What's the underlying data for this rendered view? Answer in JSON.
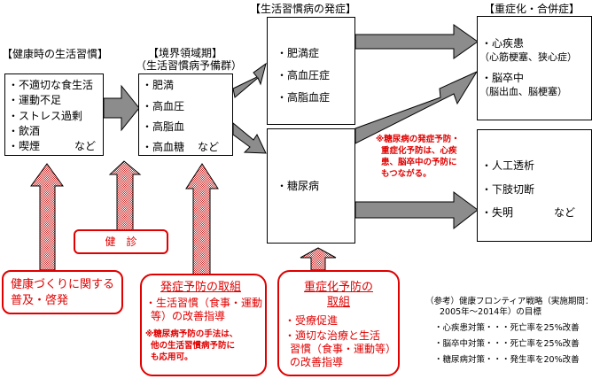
{
  "headers": {
    "healthy_habits": "【健康時の生活習慣】",
    "borderline": "【境界領域期】",
    "borderline_sub": "（生活習慣病予備群）",
    "onset": "【生活習慣病の発症】",
    "complications": "【重症化・合併症】"
  },
  "healthy_habits_box": {
    "items": [
      "・不適切な食生活",
      "・運動不足",
      "・ストレス過剰",
      "・飲酒",
      "・喫煙"
    ],
    "suffix": "など"
  },
  "borderline_box": {
    "items": [
      "・肥満",
      "・高血圧",
      "・高脂血",
      "・高血糖"
    ],
    "suffix": "など"
  },
  "onset_top_box": {
    "items": [
      "・肥満症",
      "・高血圧症",
      "・高脂血症"
    ]
  },
  "onset_bottom_box": {
    "items": [
      "・糖尿病"
    ]
  },
  "complications_top_box": {
    "items": [
      {
        "label": "・心疾患",
        "detail": "（心筋梗塞、狭心症）"
      },
      {
        "label": "・脳卒中",
        "detail": "（脳出血、脳梗塞）"
      }
    ]
  },
  "complications_bottom_box": {
    "items": [
      "・人工透析",
      "・下肢切断",
      "・失明"
    ],
    "suffix": "など"
  },
  "diabetes_note": [
    "※糖尿病の発症予防・",
    "重症化予防は、心疾",
    "患、脳卒中の予防に",
    "もつながる。"
  ],
  "interventions": {
    "promotion": [
      "健康づくりに関する",
      "普及・啓発"
    ],
    "checkup": "健　診",
    "onset_prevention": {
      "title": "発症予防の取組",
      "items": [
        "・生活習慣（食事・運動",
        "等）の改善指導"
      ],
      "note": [
        "※糖尿病予防の手法は、",
        "他の生活習慣病予防に",
        "も応用可。"
      ]
    },
    "severity_prevention": {
      "title": [
        "重症化予防の",
        "取組"
      ],
      "items": [
        "・受療促進",
        "・適切な治療と生活",
        "習慣（食事・運動等）",
        "の改善指導"
      ]
    }
  },
  "reference": {
    "heading": [
      "（参考）健康フロンティア戦略（実施期間：",
      "2005年～2014年）の目標"
    ],
    "goals": [
      "・心疾患対策・・・死亡率を25%改善",
      "・脳卒中対策・・・死亡率を25%改善",
      "・糖尿病対策・・・発生率を20%改善"
    ]
  },
  "colors": {
    "arrow_gray": "#8c8c8c",
    "accent_red": "#e00000",
    "up_arrow_fill": "#d98c8c"
  }
}
